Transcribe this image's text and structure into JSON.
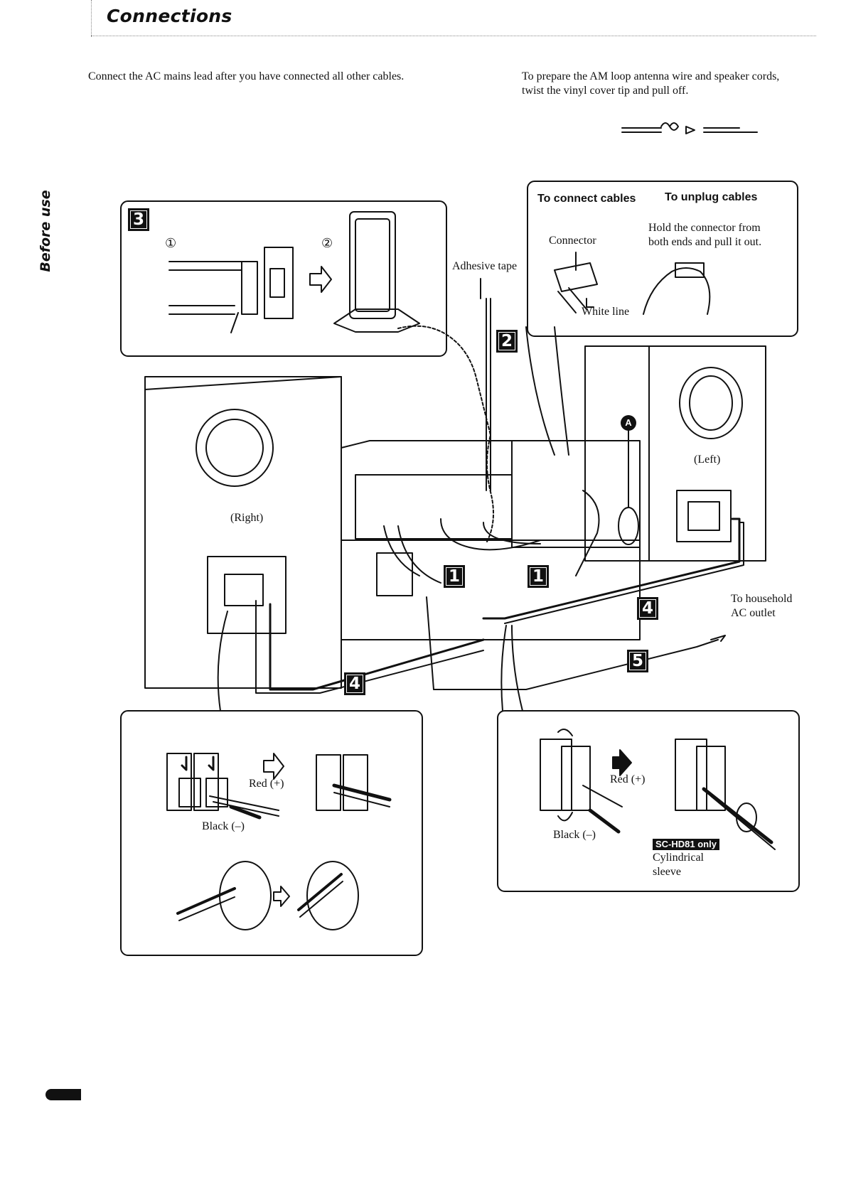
{
  "header": {
    "title": "Connections",
    "side_tab": "Before use"
  },
  "intro": {
    "left": "Connect the AC mains lead after you have connected all other cables.",
    "right_line1": "To prepare the AM loop antenna wire and speaker cords,",
    "right_line2": "twist the vinyl cover tip and pull off."
  },
  "step_box_3": {
    "number": "3",
    "sub1": "①",
    "sub2": "②"
  },
  "labels": {
    "adhesive_tape": "Adhesive tape",
    "right_speaker": "(Right)",
    "left_speaker": "(Left)",
    "household_line1": "To household",
    "household_line2": "AC outlet",
    "marker_a": "A"
  },
  "step_numbers": {
    "s1": "1",
    "s2": "2",
    "s4": "4",
    "s5": "5"
  },
  "cable_box": {
    "connect_title": "To connect cables",
    "unplug_title": "To unplug cables",
    "connector_label": "Connector",
    "white_line_label": "White line",
    "unplug_line1": "Hold the connector from",
    "unplug_line2": "both ends and pull it out."
  },
  "left_speaker_box": {
    "red_label": "Red (+)",
    "black_label": "Black (–)"
  },
  "right_speaker_box": {
    "red_label": "Red (+)",
    "black_label": "Black (–)",
    "model_tag": "SC-HD81 only",
    "sleeve_line1": "Cylindrical",
    "sleeve_line2": "sleeve"
  }
}
